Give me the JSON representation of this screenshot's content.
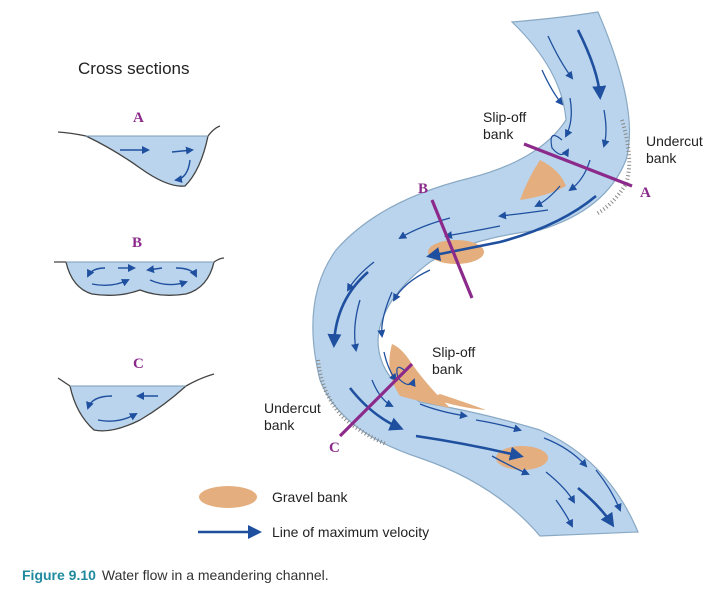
{
  "cross_sections": {
    "title": "Cross sections",
    "labels": [
      "A",
      "B",
      "C"
    ]
  },
  "channel": {
    "section_labels": [
      "A",
      "B",
      "C"
    ],
    "slip_off_bank_upper": [
      "Slip-off",
      "bank"
    ],
    "slip_off_bank_lower": [
      "Slip-off",
      "bank"
    ],
    "undercut_bank_right": [
      "Undercut",
      "bank"
    ],
    "undercut_bank_left": [
      "Undercut",
      "bank"
    ]
  },
  "legend": {
    "gravel_bank": "Gravel bank",
    "max_velocity": "Line of maximum velocity"
  },
  "caption": {
    "figure": "Figure 9.10",
    "text": "Water flow in a meandering channel."
  },
  "colors": {
    "water": "#b9d4ec",
    "water_edge": "#8aa9c4",
    "gravel": "#e4ae7f",
    "flow": "#1f4f9f",
    "section_line": "#8b2a8b",
    "caption_accent": "#1f8a9e"
  }
}
